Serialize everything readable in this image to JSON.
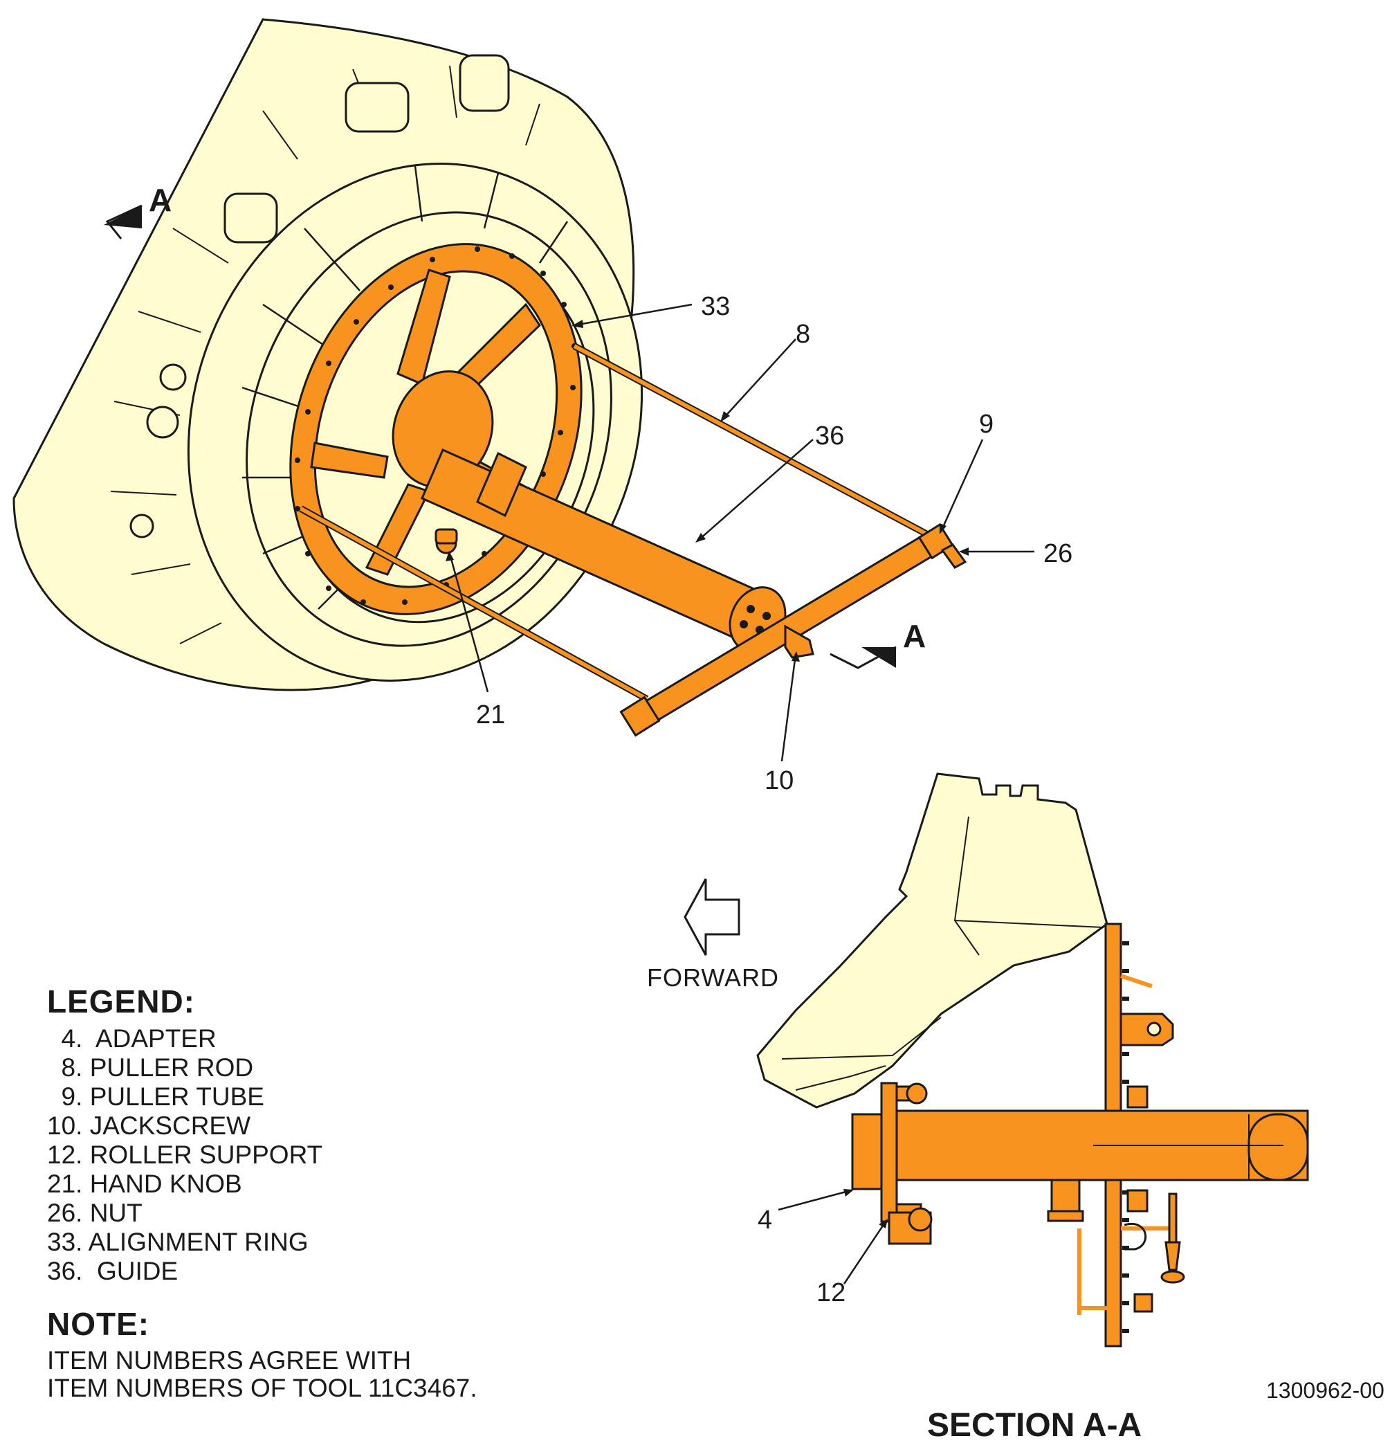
{
  "callouts": {
    "c33": "33",
    "c8": "8",
    "c36": "36",
    "c9": "9",
    "c26": "26",
    "c21": "21",
    "c10": "10",
    "c4": "4",
    "c12": "12"
  },
  "section_marks": {
    "upper": "A",
    "lower": "A"
  },
  "forward_label": "FORWARD",
  "section_title": "SECTION A-A",
  "figure_id": "1300962-00",
  "legend": {
    "title": "LEGEND:",
    "items": [
      "  4.  ADAPTER",
      "  8. PULLER ROD",
      "  9. PULLER TUBE",
      "10. JACKSCREW",
      "12. ROLLER SUPPORT",
      "21. HAND KNOB",
      "26. NUT",
      "33. ALIGNMENT RING",
      "36.  GUIDE"
    ]
  },
  "note": {
    "title": "NOTE:",
    "lines": [
      "ITEM NUMBERS AGREE WITH",
      "ITEM NUMBERS OF TOOL 11C3467."
    ]
  },
  "colors": {
    "tool": "#F7931E",
    "engine": "#FFFDD0",
    "line": "#1a1a1a"
  }
}
